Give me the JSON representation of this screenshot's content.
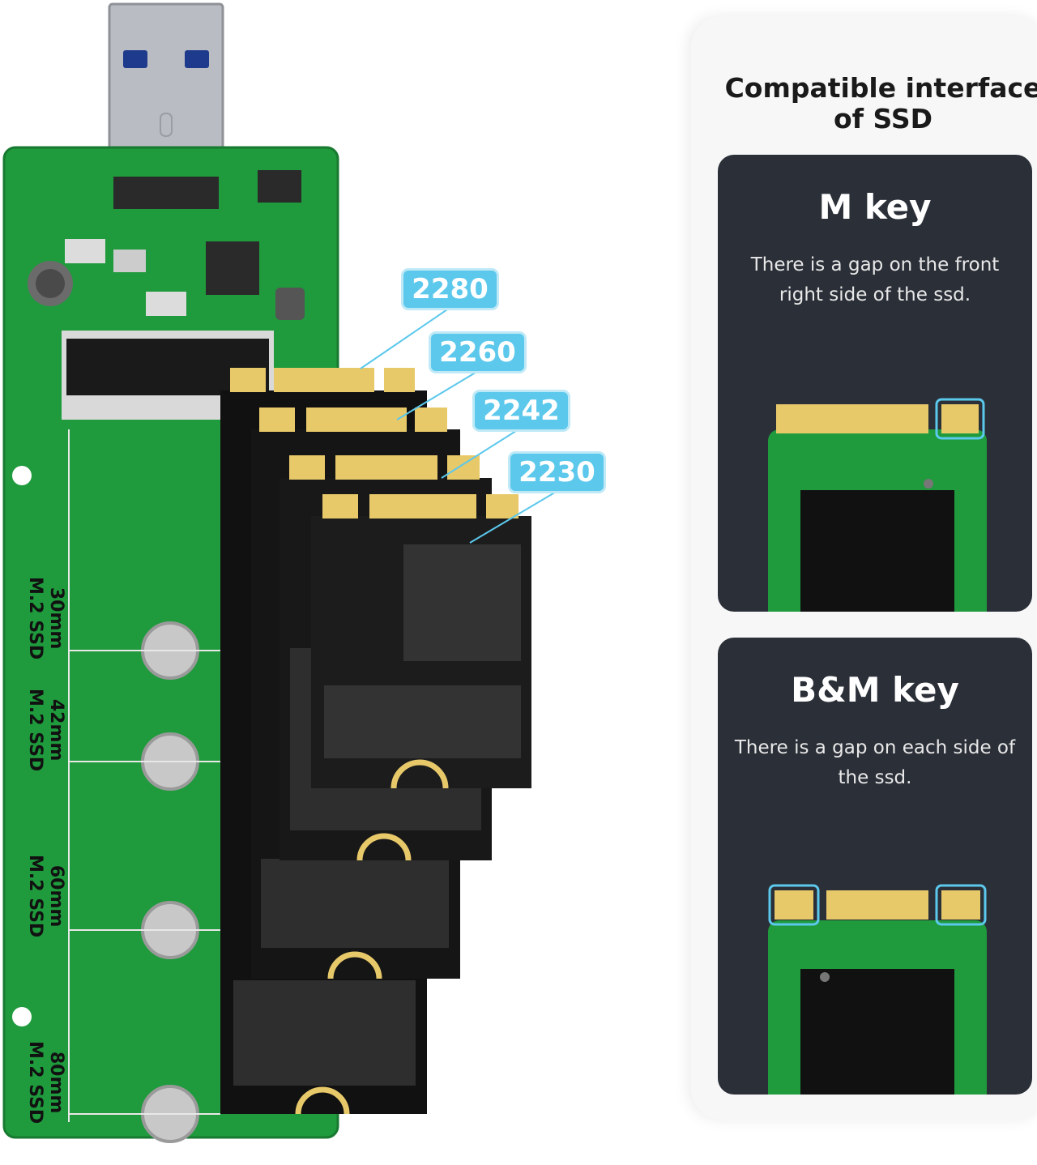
{
  "panel": {
    "title_line1": "Compatible interface",
    "title_line2": "of SSD"
  },
  "keys": [
    {
      "name": "M key",
      "description": "There is a gap on the front right side of the ssd."
    },
    {
      "name": "B&M key",
      "description": "There is a gap on each side of the ssd."
    }
  ],
  "sizes": [
    "2280",
    "2260",
    "2242",
    "2230"
  ],
  "length_labels": [
    {
      "size": "30mm",
      "type": "M.2 SSD"
    },
    {
      "size": "42mm",
      "type": "M.2 SSD"
    },
    {
      "size": "60mm",
      "type": "M.2 SSD"
    },
    {
      "size": "80mm",
      "type": "M.2 SSD"
    }
  ],
  "colors": {
    "pcb_green": "#1f9a3c",
    "ssd_black": "#111111",
    "label_blue": "#5bc8ec",
    "card_bg": "#2b2f38",
    "gold": "#e8c96a"
  }
}
